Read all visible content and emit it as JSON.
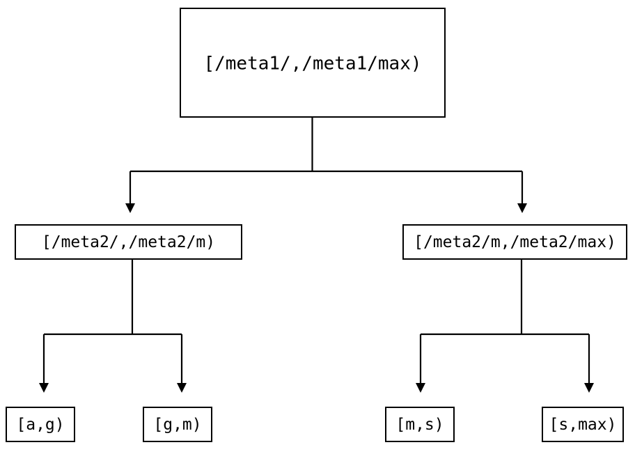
{
  "diagram": {
    "type": "tree",
    "title": "",
    "background_color": "#ffffff",
    "line_color": "#000000",
    "text_color": "#000000",
    "nodes": {
      "root": {
        "label": "[/meta1/,/meta1/max)",
        "level": 0
      },
      "left_branch": {
        "label": "[/meta2/,/meta2/m)",
        "level": 1
      },
      "right_branch": {
        "label": "[/meta2/m,/meta2/max)",
        "level": 1
      },
      "leaf_1": {
        "label": "[a,g)",
        "level": 2
      },
      "leaf_2": {
        "label": "[g,m)",
        "level": 2
      },
      "leaf_3": {
        "label": "[m,s)",
        "level": 2
      },
      "leaf_4": {
        "label": "[s,max)",
        "level": 2
      }
    },
    "edges": [
      {
        "from": "root",
        "to": "left_branch",
        "arrow": "down"
      },
      {
        "from": "root",
        "to": "right_branch",
        "arrow": "down"
      },
      {
        "from": "left_branch",
        "to": "leaf_1",
        "arrow": "down"
      },
      {
        "from": "left_branch",
        "to": "leaf_2",
        "arrow": "down"
      },
      {
        "from": "right_branch",
        "to": "leaf_3",
        "arrow": "down"
      },
      {
        "from": "right_branch",
        "to": "leaf_4",
        "arrow": "down"
      }
    ]
  }
}
